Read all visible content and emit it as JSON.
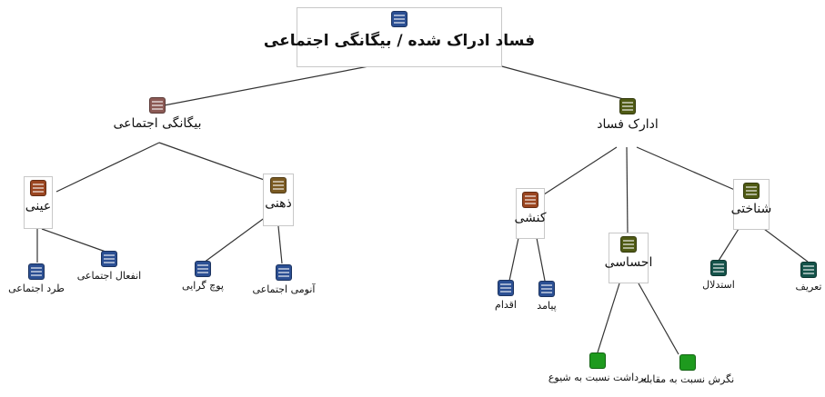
{
  "colors": {
    "navy": "#2b4f93",
    "teal": "#15534a",
    "olive": "#4f5a14",
    "rust": "#9a4520",
    "brown": "#7a5a22",
    "mauve": "#8c5a55",
    "green": "#1e9a1e",
    "edge": "#333333"
  },
  "nodes": {
    "root": {
      "label": "فساد ادراک شده / بیگانگی اجتماعی",
      "icon": "navy"
    },
    "alienation": {
      "label": "بیگانگی اجتماعی",
      "icon": "mauve"
    },
    "objective": {
      "label": "عینی",
      "icon": "rust"
    },
    "subjective": {
      "label": "ذهنی",
      "icon": "brown"
    },
    "social_rejection": {
      "label": "طرد اجتماعی",
      "icon": "navy"
    },
    "social_passivity": {
      "label": "انفعال اجتماعی",
      "icon": "navy"
    },
    "nihilism": {
      "label": "پوچ گرایی",
      "icon": "navy"
    },
    "anomie": {
      "label": "آنومی اجتماعی",
      "icon": "navy"
    },
    "corruption_perception": {
      "label": "ادارک فساد",
      "icon": "olive"
    },
    "behavioral": {
      "label": "کنشی",
      "icon": "rust"
    },
    "emotional": {
      "label": "احساسی",
      "icon": "olive"
    },
    "cognitive": {
      "label": "شناختی",
      "icon": "olive"
    },
    "action": {
      "label": "اقدام",
      "icon": "navy"
    },
    "consequence": {
      "label": "پیامد",
      "icon": "navy"
    },
    "perception_prevalence": {
      "label": "برداشت نسبت به شیوع",
      "icon": "green"
    },
    "attitude_confrontation": {
      "label": "نگرش نسبت به مقابله",
      "icon": "green"
    },
    "reasoning": {
      "label": "استدلال",
      "icon": "teal"
    },
    "definition": {
      "label": "تعریف",
      "icon": "teal"
    }
  }
}
